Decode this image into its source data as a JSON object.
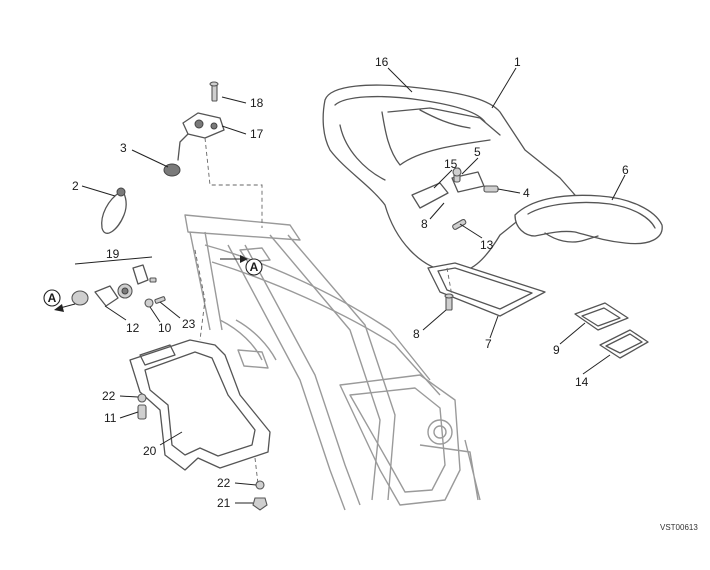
{
  "diagram": {
    "doc_code": "VST00613",
    "labels": [
      {
        "id": "l1",
        "text": "1"
      },
      {
        "id": "l16",
        "text": "16"
      },
      {
        "id": "l18",
        "text": "18"
      },
      {
        "id": "l17",
        "text": "17"
      },
      {
        "id": "l3",
        "text": "3"
      },
      {
        "id": "l2",
        "text": "2"
      },
      {
        "id": "l19",
        "text": "19"
      },
      {
        "id": "l12",
        "text": "12"
      },
      {
        "id": "l10",
        "text": "10"
      },
      {
        "id": "l23",
        "text": "23"
      },
      {
        "id": "l15",
        "text": "15"
      },
      {
        "id": "l5",
        "text": "5"
      },
      {
        "id": "l4",
        "text": "4"
      },
      {
        "id": "l6",
        "text": "6"
      },
      {
        "id": "l8a",
        "text": "8"
      },
      {
        "id": "l13",
        "text": "13"
      },
      {
        "id": "l8b",
        "text": "8"
      },
      {
        "id": "l7",
        "text": "7"
      },
      {
        "id": "l9",
        "text": "9"
      },
      {
        "id": "l14",
        "text": "14"
      },
      {
        "id": "l22a",
        "text": "22"
      },
      {
        "id": "l11",
        "text": "11"
      },
      {
        "id": "l20",
        "text": "20"
      },
      {
        "id": "l22b",
        "text": "22"
      },
      {
        "id": "l21",
        "text": "21"
      }
    ],
    "markers": [
      {
        "id": "mA1",
        "text": "A"
      },
      {
        "id": "mA2",
        "text": "A"
      }
    ]
  }
}
